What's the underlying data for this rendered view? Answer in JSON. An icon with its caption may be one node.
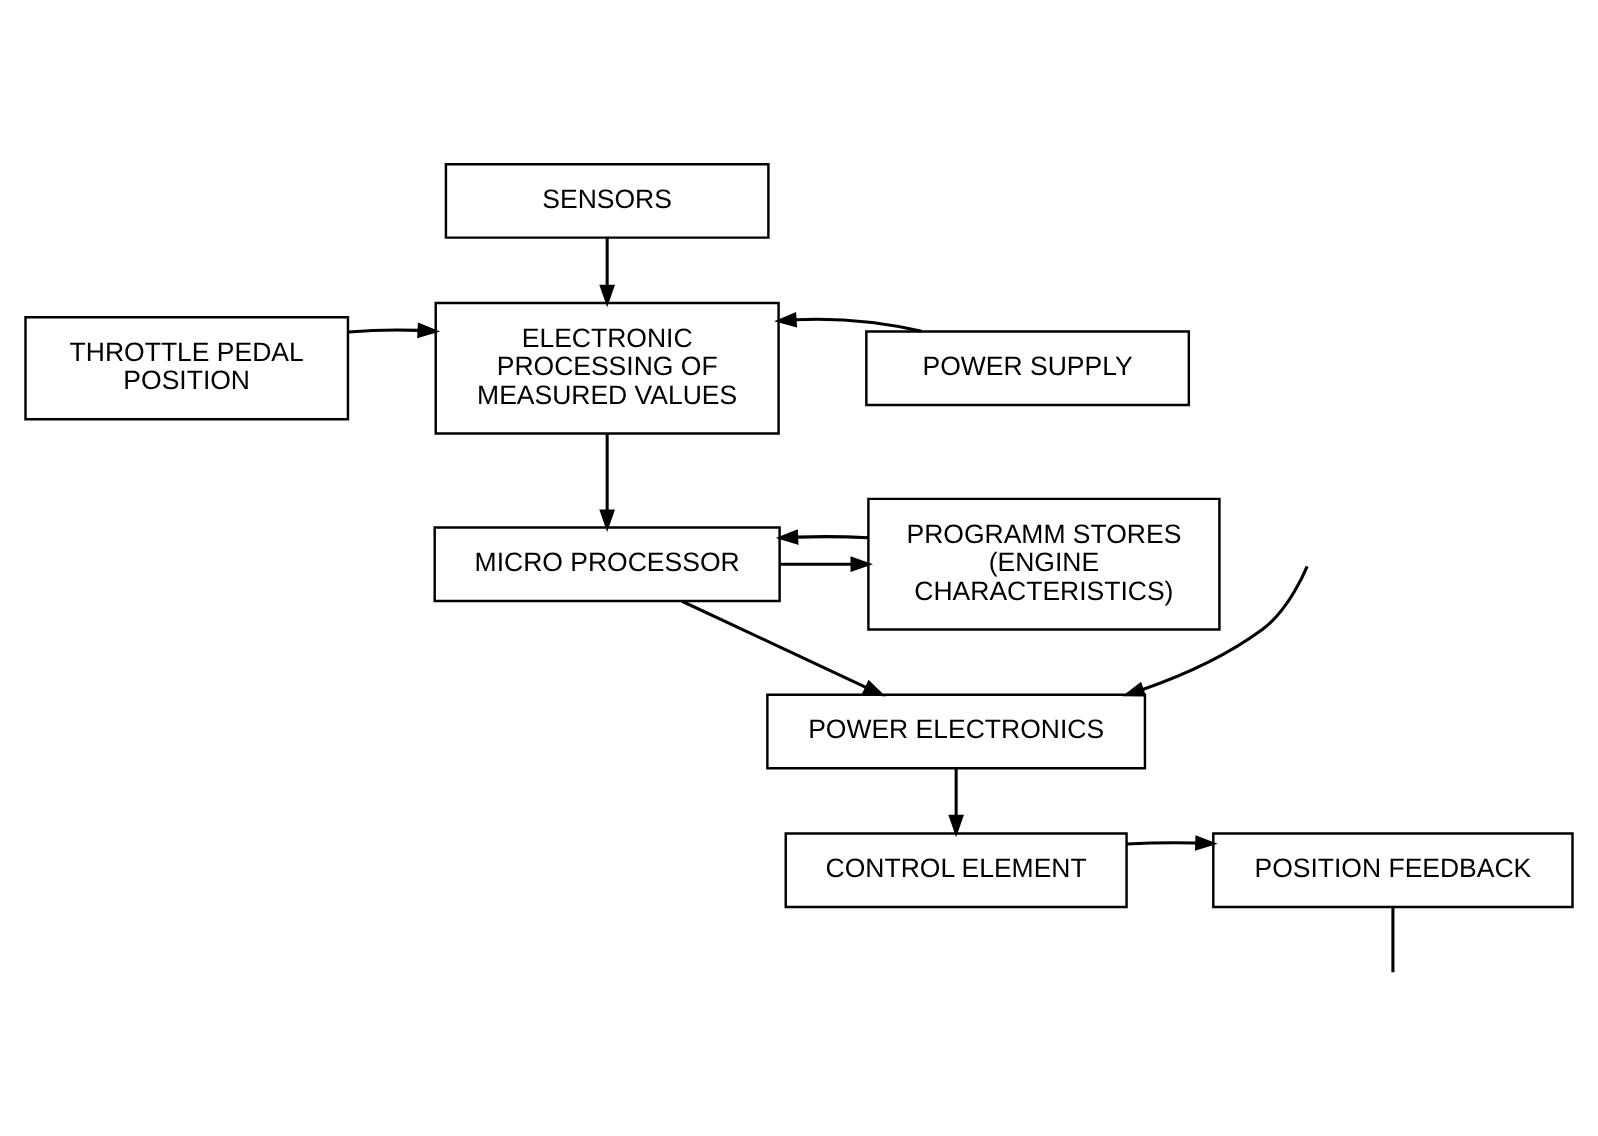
{
  "diagram": {
    "nodes": [
      {
        "text": [
          "SENSORS"
        ]
      },
      {
        "text": [
          "THROTTLE PEDAL POSITION"
        ]
      },
      {
        "text": [
          "ELECTRONIC PROCESSING OF MEASURED VALUES"
        ]
      },
      {
        "text": [
          "POWER SUPPLY"
        ]
      },
      {
        "text": [
          "PROGRAMM STORES",
          "(ENGINE CHARACTERISTICS)"
        ]
      },
      {
        "text": [
          "MICRO PROCESSOR"
        ]
      },
      {
        "text": [
          "POWER ELECTRONICS"
        ]
      },
      {
        "text": [
          "POSITION FEEDBACK"
        ]
      },
      {
        "text": [
          "CONTROL ELEMENT"
        ]
      }
    ],
    "edges": [
      {
        "from": 0,
        "to": 2,
        "arrow": "to"
      },
      {
        "from": 1,
        "to": 2,
        "arrow": "to"
      },
      {
        "from": 3,
        "to": 2,
        "arrow": "to"
      },
      {
        "from": 2,
        "to": 5,
        "arrow": "to"
      },
      {
        "from": 5,
        "to": 4,
        "arrow": "to"
      },
      {
        "from": 4,
        "to": 5,
        "arrow": "to"
      },
      {
        "from": 5,
        "to": 6,
        "arrow": "to"
      },
      {
        "from": null,
        "to": 6,
        "arrow": "to"
      },
      {
        "from": 6,
        "to": 8,
        "arrow": "to"
      },
      {
        "from": 8,
        "to": 7,
        "arrow": "to"
      },
      {
        "from": 7,
        "to": null,
        "arrow": "none"
      }
    ]
  }
}
